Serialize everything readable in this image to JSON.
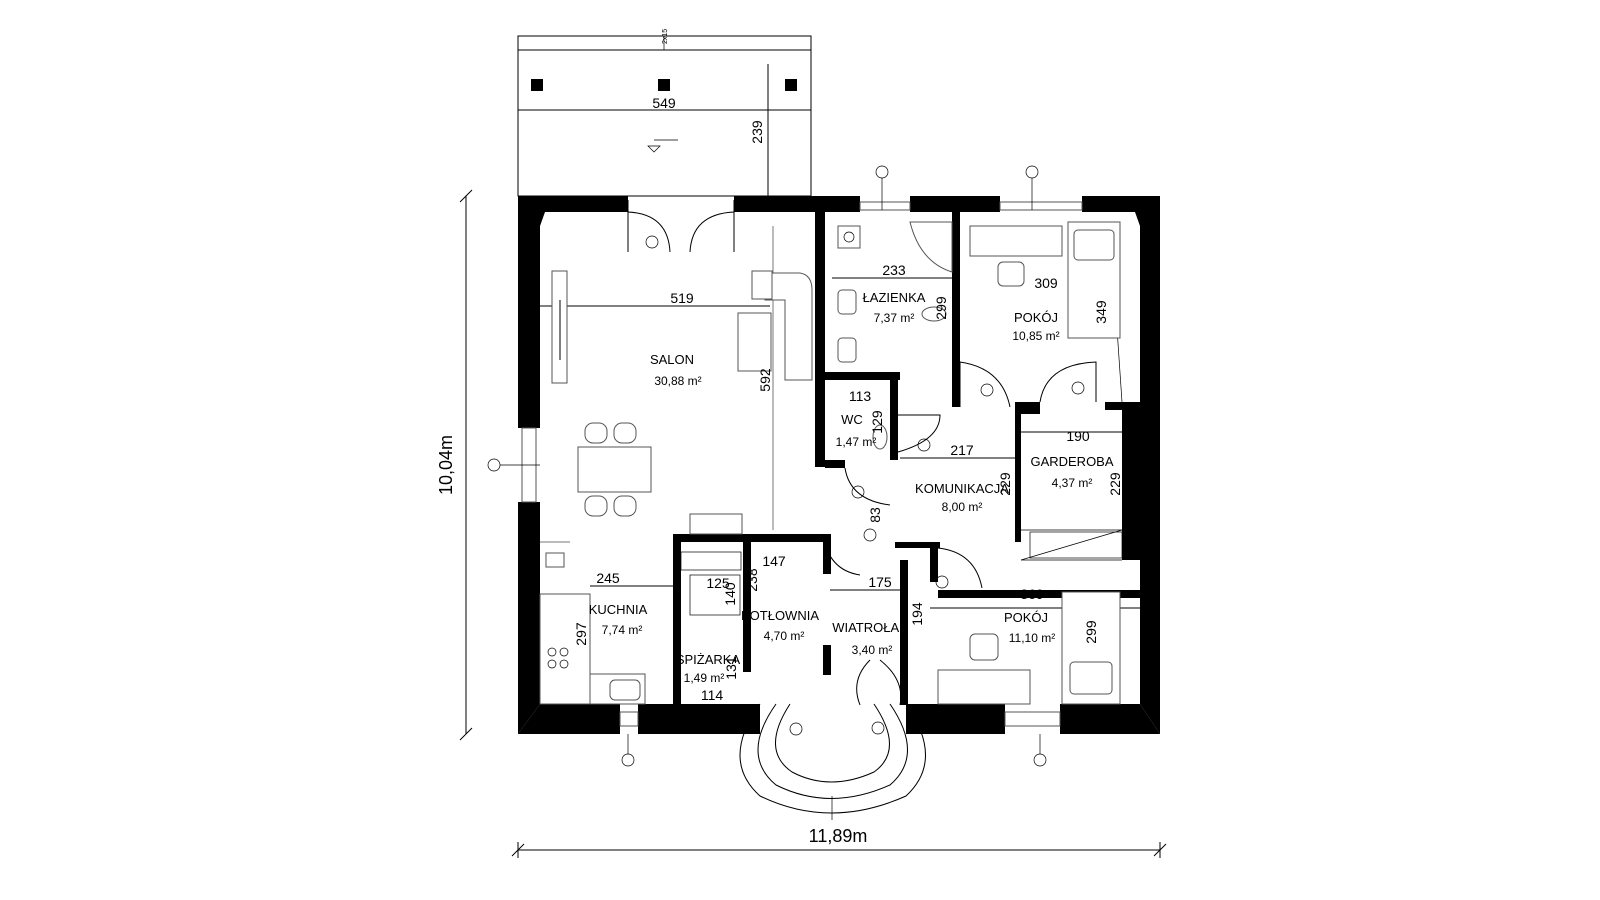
{
  "overall_dimensions": {
    "width": "11,89m",
    "depth": "10,04m"
  },
  "rooms": {
    "salon": {
      "name": "SALON",
      "area": "30,88 m²"
    },
    "lazienka": {
      "name": "ŁAZIENKA",
      "area": "7,37 m²"
    },
    "pokoj1": {
      "name": "POKÓJ",
      "area": "10,85 m²"
    },
    "wc": {
      "name": "WC",
      "area": "1,47 m²"
    },
    "komunikacja": {
      "name": "KOMUNIKACJA",
      "area": "8,00 m²"
    },
    "garderoba": {
      "name": "GARDEROBA",
      "area": "4,37 m²"
    },
    "kuchnia": {
      "name": "KUCHNIA",
      "area": "7,74 m²"
    },
    "kotlownia": {
      "name": "KOTŁOWNIA",
      "area": "4,70 m²"
    },
    "wiatrolap": {
      "name": "WIATROŁAP",
      "area": "3,40 m²"
    },
    "pokoj2": {
      "name": "POKÓJ",
      "area": "11,10 m²"
    },
    "spizarka": {
      "name": "SPIŻARKA",
      "area": "1,49 m²"
    }
  },
  "dimensions": {
    "terrace_width": "549",
    "terrace_depth": "239",
    "salon_width": "519",
    "salon_depth": "592",
    "lazienka_width": "233",
    "lazienka_depth": "299",
    "pokoj1_width": "309",
    "pokoj1_depth": "349",
    "wc_width": "113",
    "wc_depth": "129",
    "komunikacja_width": "217",
    "komunikacja_depth": "229",
    "komunikacja_small": "83",
    "garderoba_width": "190",
    "garderoba_depth": "229",
    "kuchnia_width": "245",
    "kuchnia_depth": "297",
    "kotlownia_width": "147",
    "kotlownia_depth": "238",
    "kotlownia_inner": "125",
    "kotlownia_inner2": "140",
    "wiatrolap_width": "175",
    "wiatrolap_depth": "194",
    "pokoj2_width": "369",
    "pokoj2_depth": "299",
    "spizarka_width": "114",
    "spizarka_depth": "131"
  }
}
